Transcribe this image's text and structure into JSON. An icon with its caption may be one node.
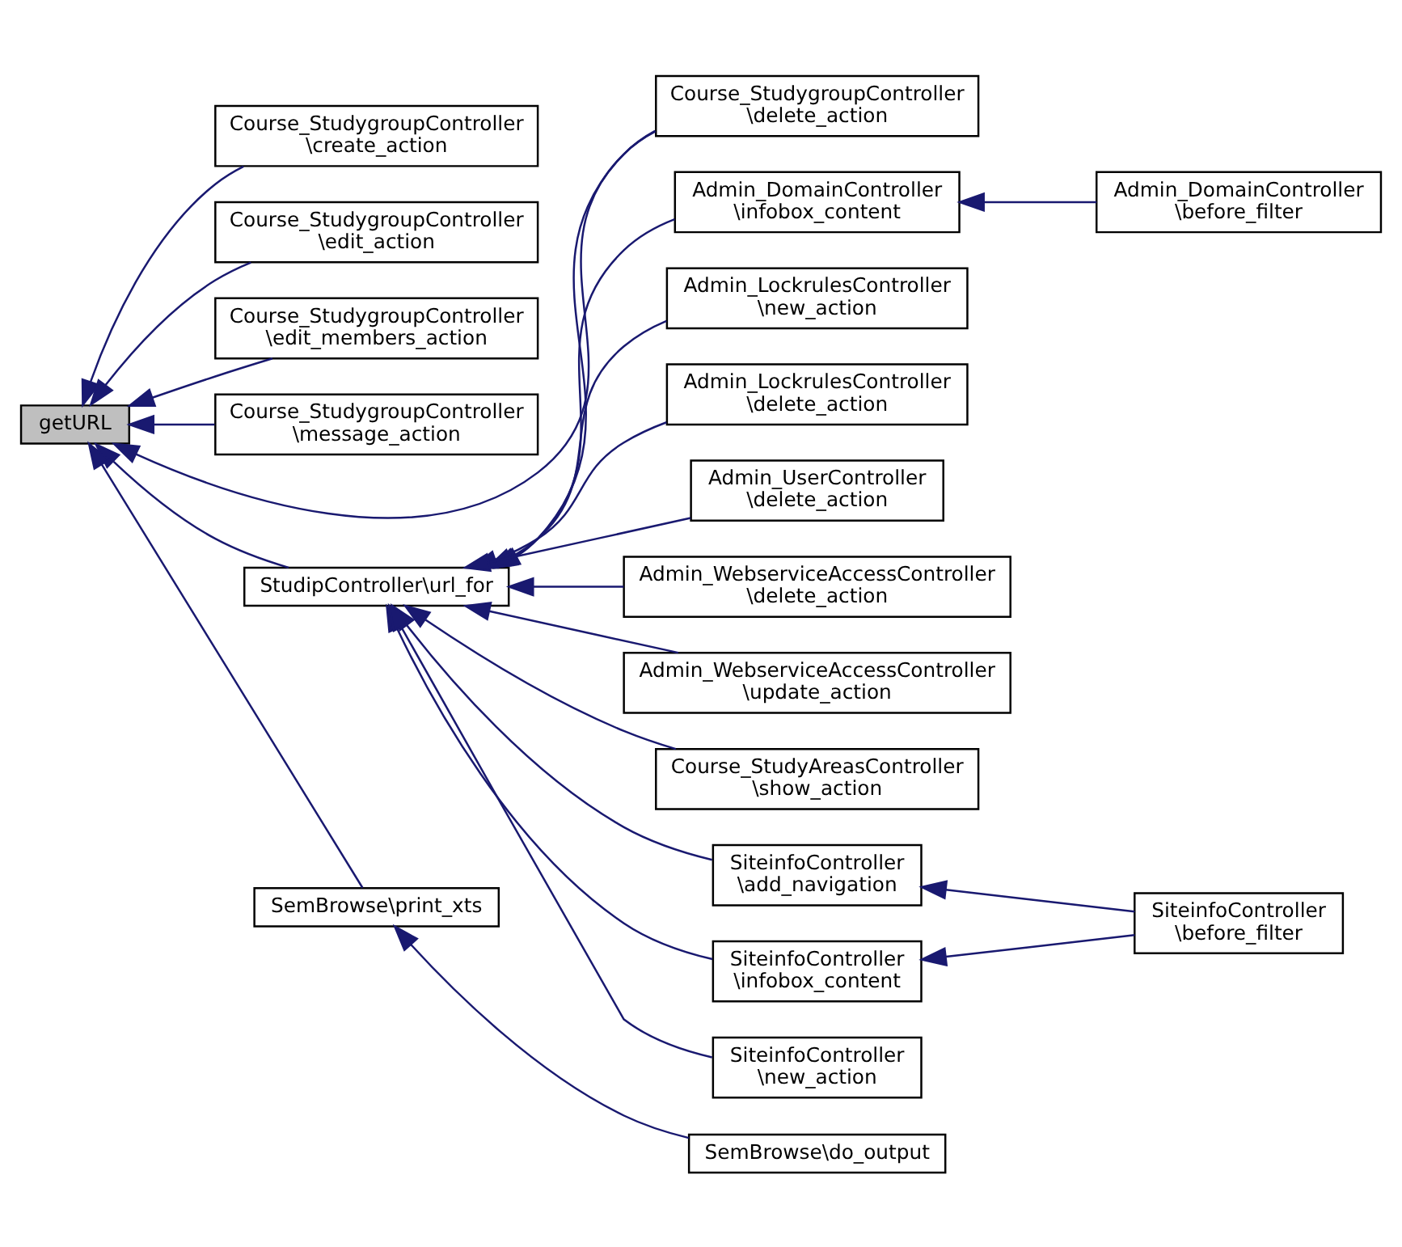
{
  "diagram": {
    "nodes": [
      {
        "text": [
          "getURL"
        ]
      },
      {
        "text": [
          "Course_StudygroupController \\create_action"
        ]
      },
      {
        "text": [
          "Course_StudygroupController \\edit_action"
        ]
      },
      {
        "text": [
          "Course_StudygroupController \\edit_members_action"
        ]
      },
      {
        "text": [
          "Course_StudygroupController \\message_action"
        ]
      },
      {
        "text": [
          "StudipController\\url_for"
        ]
      },
      {
        "text": [
          "SemBrowse\\print_xts"
        ]
      },
      {
        "text": [
          "Course_StudygroupController \\delete_action"
        ]
      },
      {
        "text": [
          "Admin_DomainController \\infobox_content"
        ]
      },
      {
        "text": [
          "Admin_DomainController \\before_filter"
        ]
      },
      {
        "text": [
          "Admin_LockrulesController \\new_action"
        ]
      },
      {
        "text": [
          "Admin_LockrulesController \\delete_action"
        ]
      },
      {
        "text": [
          "Admin_UserController \\delete_action"
        ]
      },
      {
        "text": [
          "Admin_WebserviceAccessController \\delete_action"
        ]
      },
      {
        "text": [
          "Admin_WebserviceAccessController \\update_action"
        ]
      },
      {
        "text": [
          "Course_StudyAreasController \\show_action"
        ]
      },
      {
        "text": [
          "SiteinfoController \\add_navigation"
        ]
      },
      {
        "text": [
          "SiteinfoController \\before_filter"
        ]
      },
      {
        "text": [
          "SiteinfoController \\infobox_content"
        ]
      },
      {
        "text": [
          "SiteinfoController \\new_action"
        ]
      },
      {
        "text": [
          "SemBrowse\\do_output"
        ]
      }
    ],
    "edges": [
      {
        "from": 1,
        "to": 0,
        "arrow": "to"
      },
      {
        "from": 7,
        "to": 0,
        "arrow": "to"
      },
      {
        "from": 2,
        "to": 0,
        "arrow": "to"
      },
      {
        "from": 3,
        "to": 0,
        "arrow": "to"
      },
      {
        "from": 4,
        "to": 0,
        "arrow": "to"
      },
      {
        "from": 5,
        "to": 0,
        "arrow": "to"
      },
      {
        "from": 6,
        "to": 0,
        "arrow": "to"
      },
      {
        "from": 7,
        "to": 5,
        "arrow": "to"
      },
      {
        "from": 8,
        "to": 5,
        "arrow": "to"
      },
      {
        "from": 10,
        "to": 5,
        "arrow": "to"
      },
      {
        "from": 11,
        "to": 5,
        "arrow": "to"
      },
      {
        "from": 12,
        "to": 5,
        "arrow": "to"
      },
      {
        "from": 13,
        "to": 5,
        "arrow": "to"
      },
      {
        "from": 14,
        "to": 5,
        "arrow": "to"
      },
      {
        "from": 15,
        "to": 5,
        "arrow": "to"
      },
      {
        "from": 16,
        "to": 5,
        "arrow": "to"
      },
      {
        "from": 18,
        "to": 5,
        "arrow": "to"
      },
      {
        "from": 19,
        "to": 5,
        "arrow": "to"
      },
      {
        "from": 9,
        "to": 8,
        "arrow": "to"
      },
      {
        "from": 17,
        "to": 16,
        "arrow": "to"
      },
      {
        "from": 17,
        "to": 18,
        "arrow": "to"
      },
      {
        "from": 20,
        "to": 6,
        "arrow": "to"
      }
    ]
  }
}
